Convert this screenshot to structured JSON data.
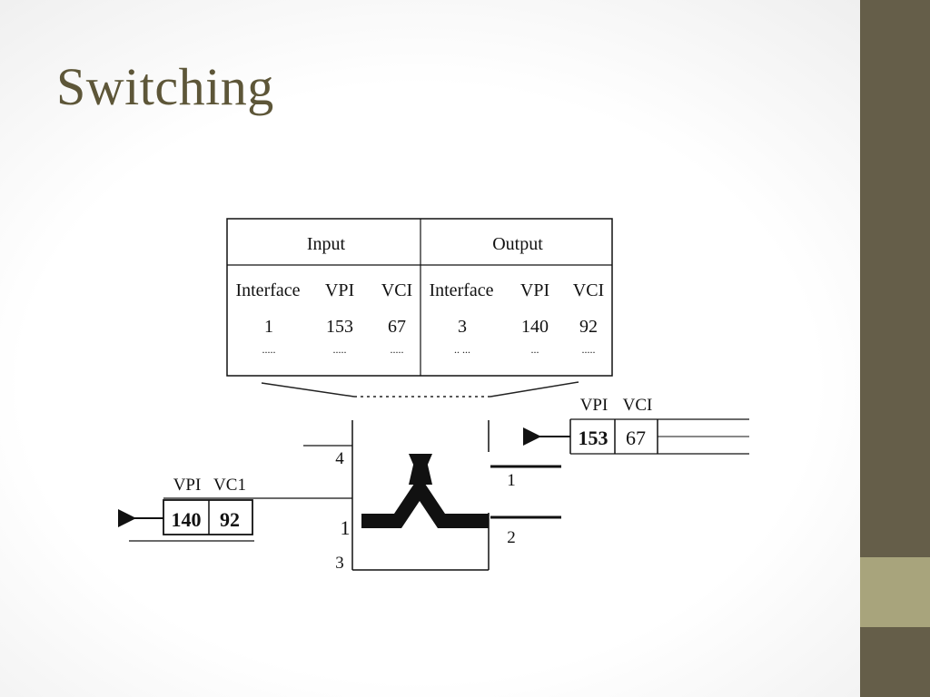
{
  "slide": {
    "title": "Switching",
    "colors": {
      "sidebar": "#655e49",
      "accent": "#a8a47c",
      "title": "#5d5638"
    }
  },
  "table": {
    "input_header": "Input",
    "output_header": "Output",
    "columns": [
      "Interface",
      "VPI",
      "VCI",
      "Interface",
      "VPI",
      "VCI"
    ],
    "row": [
      "1",
      "153",
      "67",
      "3",
      "140",
      "92"
    ],
    "ellipsis": [
      ".....",
      ".....",
      ".....",
      ".. ...",
      "...",
      "....."
    ]
  },
  "switch": {
    "port_labels": {
      "top_left": "4",
      "middle_left": "1",
      "bottom_left": "3",
      "upper_right": "1",
      "lower_right": "2"
    }
  },
  "incoming_cell": {
    "vpi_label": "VPI",
    "vci_label": "VCI",
    "vpi": "153",
    "vci": "67"
  },
  "outgoing_cell": {
    "vpi_label": "VPI",
    "vci_label": "VC1",
    "vpi": "140",
    "vci": "92"
  }
}
